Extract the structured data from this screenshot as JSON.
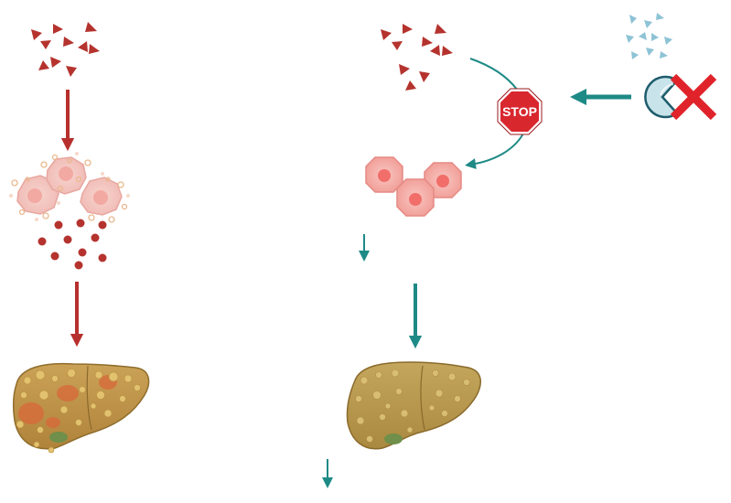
{
  "stop_sign": {
    "label": "STOP"
  },
  "colors": {
    "toxin_red": "#b5332e",
    "arrow_red": "#b7302d",
    "arrow_teal": "#1e8a86",
    "blocker_blue": "#8ec3d6",
    "cross_red": "#e0232a",
    "cell_pink": "#f4a5a0",
    "liver_tan": "#b89a52",
    "stop_red": "#d9272e"
  },
  "icons": {
    "left_toxins": "red-triangle-particles",
    "left_damaged_cells": "damaged-hepatocyte-cluster",
    "left_released_droplets": "red-droplets",
    "left_liver": "inflamed-fatty-liver",
    "right_toxins": "red-triangle-particles",
    "stop": "stop-sign",
    "blocker_particles": "blue-triangle-particles",
    "blocker": "pacman-blocker",
    "blocked_cross": "red-x-cross",
    "right_cells": "healthy-hepatocyte-cluster",
    "right_liver": "fatty-liver"
  }
}
